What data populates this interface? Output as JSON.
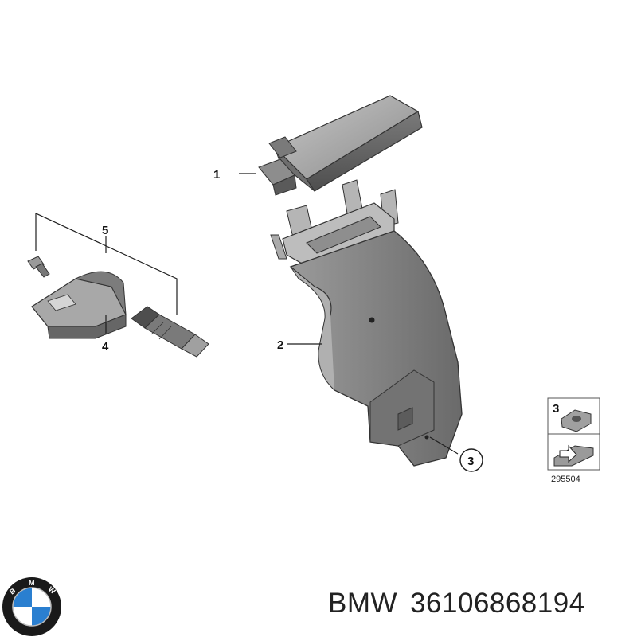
{
  "callouts": {
    "c1": "1",
    "c2": "2",
    "c3": "3",
    "c4": "4",
    "c5": "5"
  },
  "inset": {
    "label": "3",
    "code": "295504"
  },
  "logo": {
    "letters": "BMW",
    "colors": {
      "ring": "#1a1a1a",
      "blue": "#2a7fd0",
      "white": "#ffffff"
    }
  },
  "caption": {
    "brand": "BMW",
    "part_number": "36106868194"
  },
  "colors": {
    "part_fill": "#8c8c8c",
    "part_dark": "#5e5e5e",
    "part_light": "#b9b9b9",
    "line": "#1e1e1e"
  }
}
